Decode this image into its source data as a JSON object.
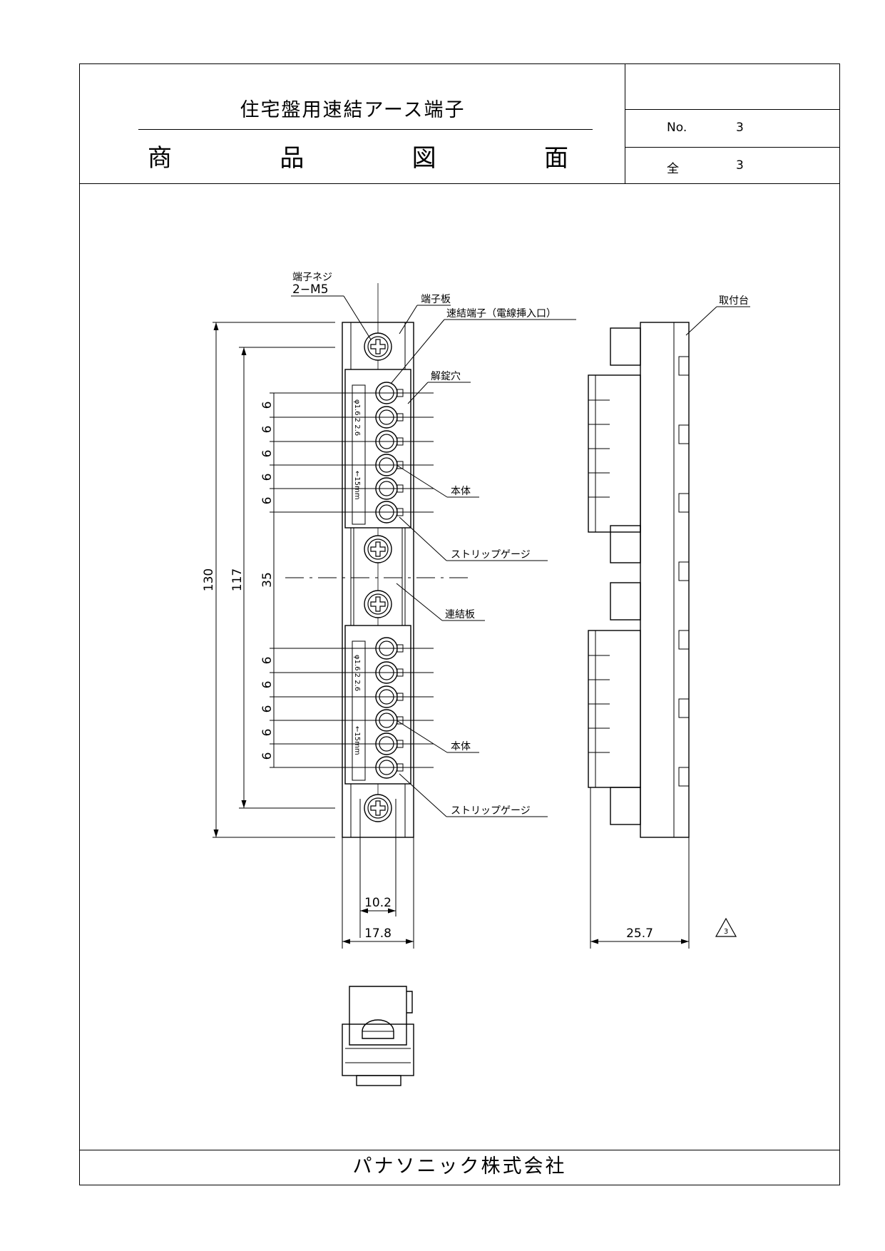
{
  "header": {
    "title": "住宅盤用速結アース端子",
    "subtitle_chars": [
      "商",
      "品",
      "図",
      "面"
    ],
    "no_label": "No.",
    "no_value": "3",
    "total_label": "全",
    "total_value": "3"
  },
  "drawing": {
    "callouts": {
      "screw": "端子ネジ",
      "screw_size": "2−M5",
      "terminal_plate": "端子板",
      "quick_terminal": "速結端子（電線挿入口）",
      "release_hole": "解錠穴",
      "body_top": "本体",
      "strip_gauge_top": "ストリップゲージ",
      "link_plate": "連結板",
      "body_bottom": "本体",
      "strip_gauge_bottom": "ストリップゲージ",
      "mount_base": "取付台"
    },
    "dimensions": {
      "overall_height": "130",
      "terminal_span": "117",
      "pitch": "6",
      "middle_gap": "35",
      "inner_width": "10.2",
      "outer_width": "17.8",
      "depth": "25.7"
    },
    "body_marking": {
      "wire_sizes": "φ1.6  2  2.6",
      "strip_length": "←15mm"
    },
    "revision_mark": "3"
  },
  "footer": {
    "company": "パナソニック株式会社"
  }
}
